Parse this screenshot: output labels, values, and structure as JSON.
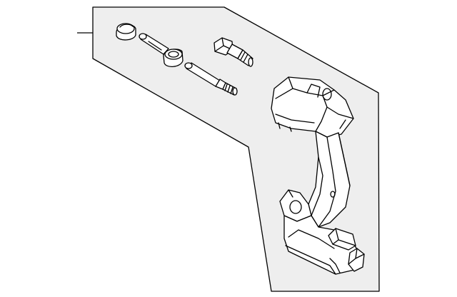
{
  "diagram": {
    "background": "#ffffff",
    "panel_fill": "#eeeeee",
    "line_color": "#000000",
    "parts": [
      {
        "name": "guide-pin-boot"
      },
      {
        "name": "guide-pin-with-bushing"
      },
      {
        "name": "guide-pin"
      },
      {
        "name": "bracket-bolt"
      },
      {
        "name": "caliper-support-bracket"
      }
    ]
  }
}
